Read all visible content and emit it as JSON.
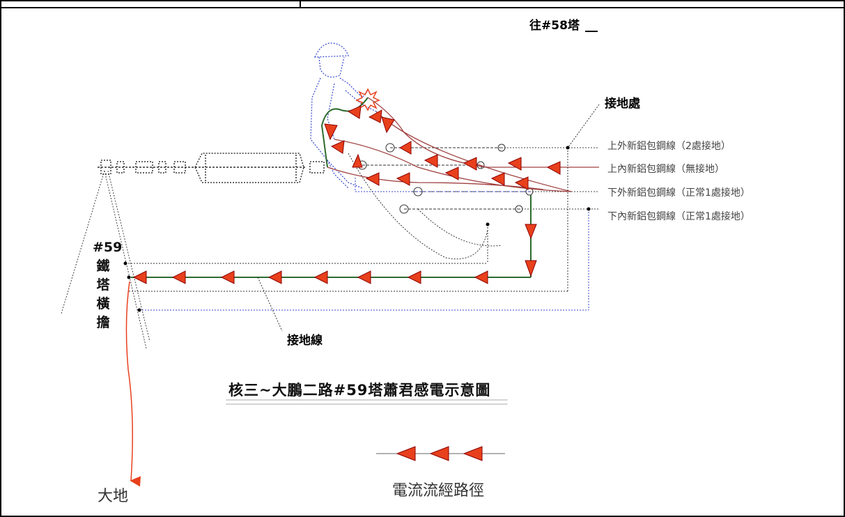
{
  "diagram": {
    "top_label": "往#58塔",
    "ground_point_label": "接地處",
    "cables": [
      {
        "label": "上外新鋁包鋼線（2處接地）",
        "color": "#555555"
      },
      {
        "label": "上內新鋁包鋼線（無接地）",
        "color": "#555555"
      },
      {
        "label": "下外新鋁包鋼線（正常1處接地）",
        "color": "#555555"
      },
      {
        "label": "下內新鋁包鋼線（正常1處接地）",
        "color": "#555555"
      }
    ],
    "tower_label_lines": [
      "#59",
      "鐵",
      "塔",
      "橫",
      "擔"
    ],
    "ground_wire_label": "接地線",
    "earth_label": "大地",
    "title": "核三~大鵬二路#59塔蕭君感電示意圖",
    "legend_label": "電流流經路徑",
    "colors": {
      "arrow": "#e8401c",
      "arrow_outline": "#8b0000",
      "ground_wire": "#2e6b2e",
      "person": "#3344cc",
      "current_line": "#a04040",
      "earth_line": "#e8401c",
      "dotted": "#333333"
    }
  }
}
